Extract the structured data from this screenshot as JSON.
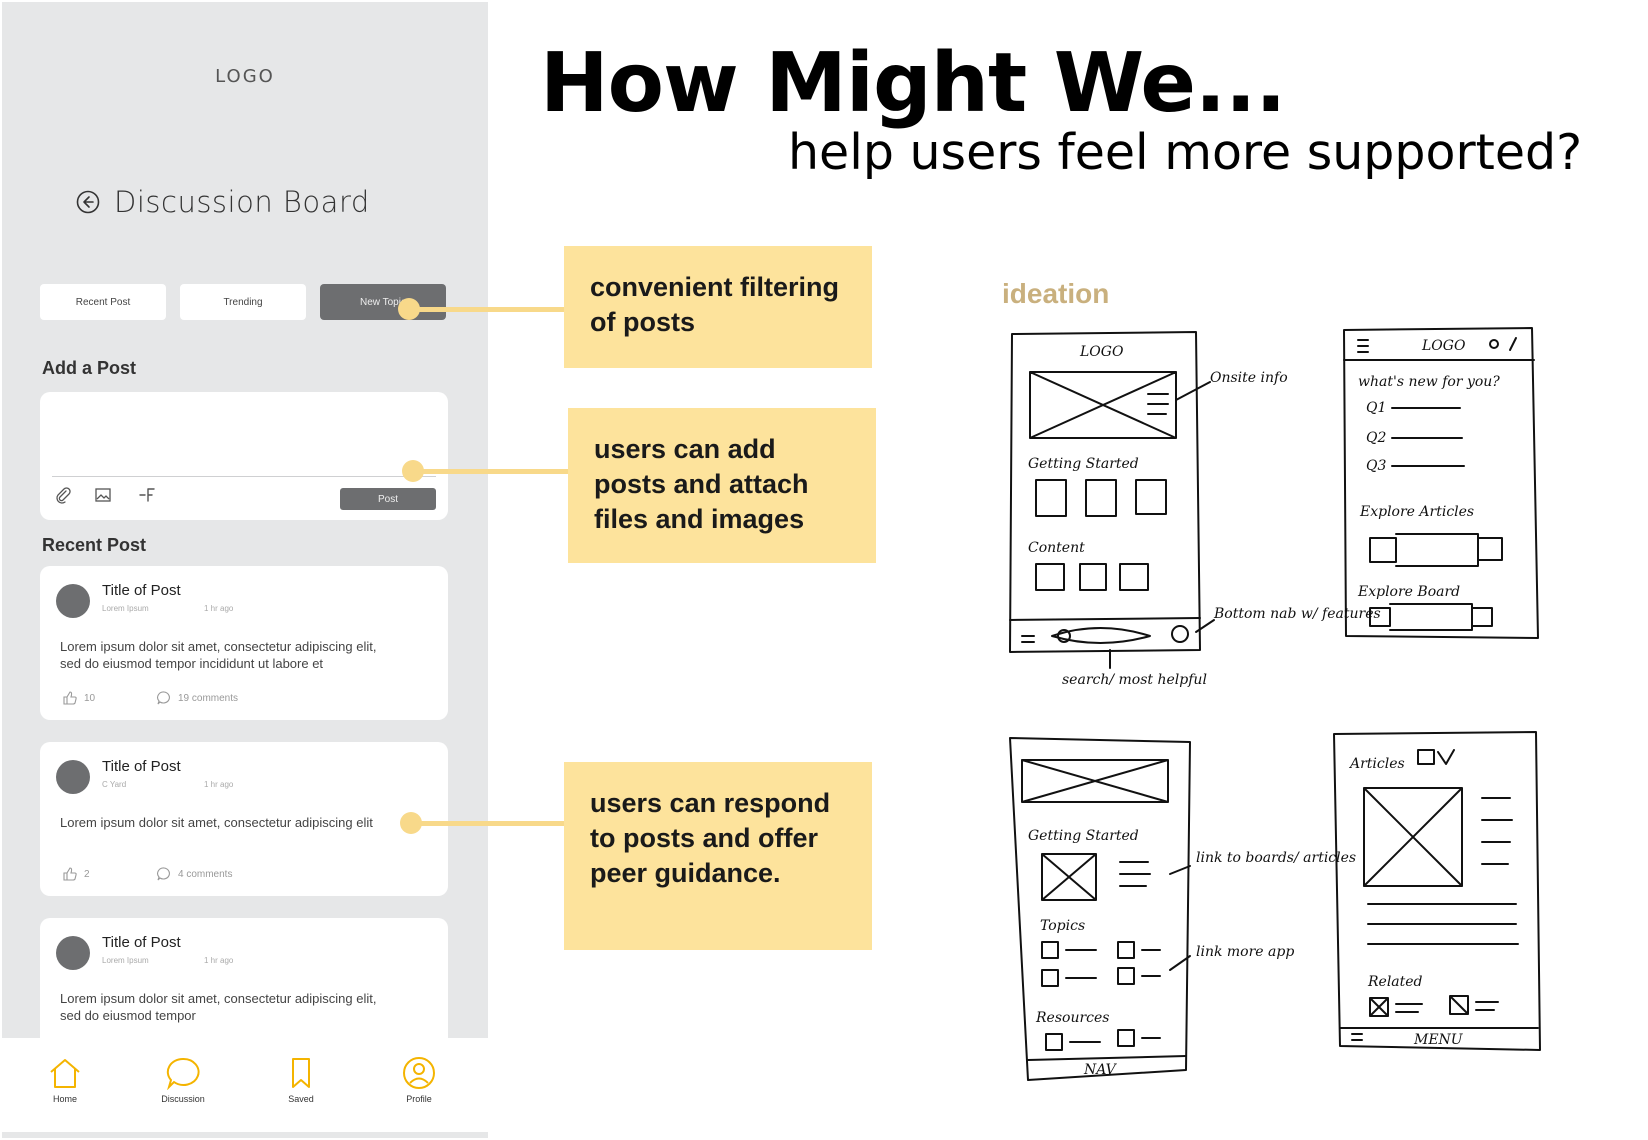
{
  "header": {
    "title": "How Might We...",
    "subtitle": "help users feel more supported?"
  },
  "phone": {
    "logo": "LOGO",
    "screen_title": "Discussion Board",
    "filters": [
      "Recent Post",
      "Trending",
      "New Topic"
    ],
    "active_filter": 2,
    "add_post_label": "Add a Post",
    "post_button": "Post",
    "recent_post_label": "Recent Post",
    "posts": [
      {
        "title": "Title of Post",
        "author": "Lorem Ipsum",
        "time": "1 hr ago",
        "body": "Lorem ipsum dolor sit amet, consectetur adipiscing elit, sed do eiusmod tempor incididunt ut labore et",
        "likes": "10",
        "comments": "19 comments"
      },
      {
        "title": "Title of Post",
        "author": "C Yard",
        "time": "1 hr ago",
        "body": "Lorem ipsum dolor sit amet, consectetur adipiscing elit",
        "likes": "2",
        "comments": "4 comments"
      },
      {
        "title": "Title of Post",
        "author": "Lorem Ipsum",
        "time": "1 hr ago",
        "body": "Lorem ipsum dolor sit amet, consectetur adipiscing elit, sed do eiusmod tempor",
        "likes": "",
        "comments": ""
      }
    ],
    "tabs": [
      "Home",
      "Discussion",
      "Saved",
      "Profile"
    ],
    "colors": {
      "accent": "#f4b400",
      "button": "#6d6e70",
      "background": "#e6e7e8"
    }
  },
  "callouts": [
    "convenient filtering of posts",
    "users can add posts and attach files and images",
    "users can respond to posts and offer peer guidance."
  ],
  "callout_color": "#fde39c",
  "ideation": {
    "label": "ideation",
    "label_color": "#c9b07e",
    "sketch1": {
      "logo": "LOGO",
      "section1": "Getting Started",
      "section2": "Content",
      "note1": "Onsite info",
      "note2": "Bottom nab w/ features",
      "note3": "search/ most helpful"
    },
    "sketch2": {
      "logo": "LOGO",
      "question": "what's new for you?",
      "q1": "Q1",
      "q2": "Q2",
      "q3": "Q3",
      "section1": "Explore Articles",
      "section2": "Explore Board"
    },
    "sketch3": {
      "section1": "Getting Started",
      "section2": "Topics",
      "section3": "Resources",
      "note1": "link to boards/ articles",
      "note2": "link more app",
      "nav": "NAV"
    },
    "sketch4": {
      "title": "Articles",
      "related": "Related",
      "nav": "MENU"
    }
  }
}
